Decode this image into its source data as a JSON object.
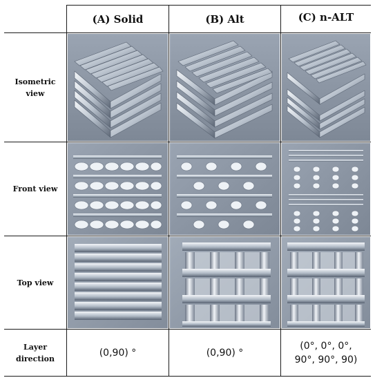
{
  "columns": [
    "(A) Solid",
    "(B) Alt",
    "(C) n-ALT"
  ],
  "rows": {
    "isometric": "Isometric view",
    "front": "Front view",
    "top": "Top view",
    "layer": "Layer direction"
  },
  "layer_direction": {
    "a": "(0,90) °",
    "b": "(0,90) °",
    "c_line1": "(0°, 0°, 0°,",
    "c_line2": "90°, 90°, 90)"
  },
  "colors": {
    "line": "#1a1a1a",
    "background": "#8f99a8",
    "rod_light": "#e8ecf1",
    "rod_dark": "#6f7a89"
  }
}
